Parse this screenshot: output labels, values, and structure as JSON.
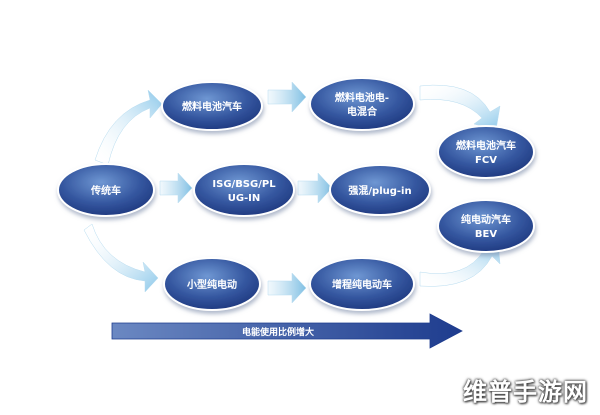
{
  "nodes": {
    "traditional": "传统车",
    "fuel_cell": "燃料电池汽车",
    "fuel_cell_hybrid_line1": "燃料电池电-",
    "fuel_cell_hybrid_line2": "电混合",
    "isg_line1": "ISG/BSG/PL",
    "isg_line2": "UG-IN",
    "strong_hybrid": "强混/plug-in",
    "small_ev": "小型纯电动",
    "range_extender": "增程纯电动车",
    "fcv_line1": "燃料电池汽车",
    "fcv_line2": "FCV",
    "bev_line1": "纯电动汽车",
    "bev_line2": "BEV"
  },
  "axis": {
    "label": "电能使用比例增大"
  },
  "watermark": "维普手游网",
  "colors": {
    "node_dark": "#1f3c8c",
    "node_light": "#5c86c8",
    "arrow_dark": "#2f4f9a",
    "arrow_light": "#a8d4ec"
  }
}
